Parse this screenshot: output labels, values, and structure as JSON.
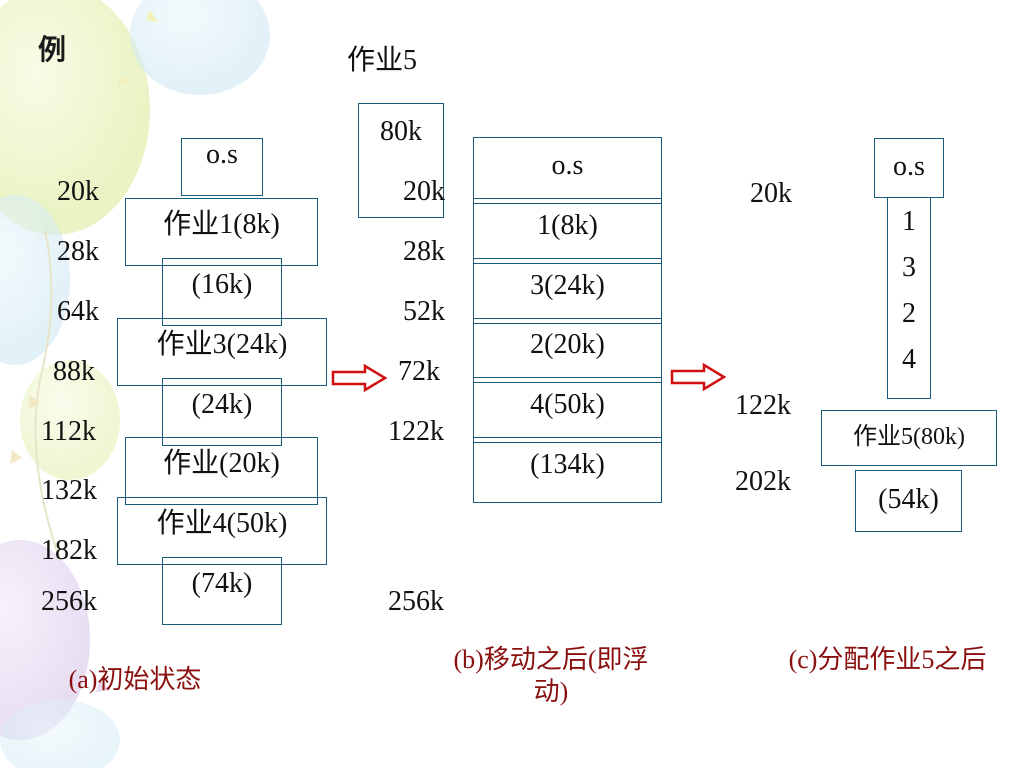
{
  "header": {
    "title": "例"
  },
  "diagram_a": {
    "addresses": [
      "20k",
      "28k",
      "64k",
      "88k",
      "112k",
      "132k",
      "182k",
      "256k"
    ],
    "os": "o.s",
    "job1": "作业1(8k)",
    "free1": "(16k)",
    "job3": "作业3(24k)",
    "free2": "(24k)",
    "job2": "作业(20k)",
    "job4": "作业4(50k)",
    "free3": "(74k)",
    "caption": "(a)初始状态"
  },
  "job5_box": {
    "title": "作业5",
    "size": "80k"
  },
  "diagram_b": {
    "addresses": [
      "20k",
      "28k",
      "52k",
      "72k",
      "122k",
      "256k"
    ],
    "os": "o.s",
    "rows": [
      "1(8k)",
      "3(24k)",
      "2(20k)",
      "4(50k)",
      "(134k)"
    ],
    "caption": "(b)移动之后(即浮动)"
  },
  "diagram_c": {
    "addresses": [
      "20k",
      "122k",
      "202k"
    ],
    "os": "o.s",
    "order": [
      "1",
      "3",
      "2",
      "4"
    ],
    "job5": "作业5(80k)",
    "free": "(54k)",
    "caption": "(c)分配作业5之后"
  },
  "colors": {
    "box_border": "#1a5a7a",
    "arrow": "#d01010",
    "caption": "#8a1010"
  }
}
